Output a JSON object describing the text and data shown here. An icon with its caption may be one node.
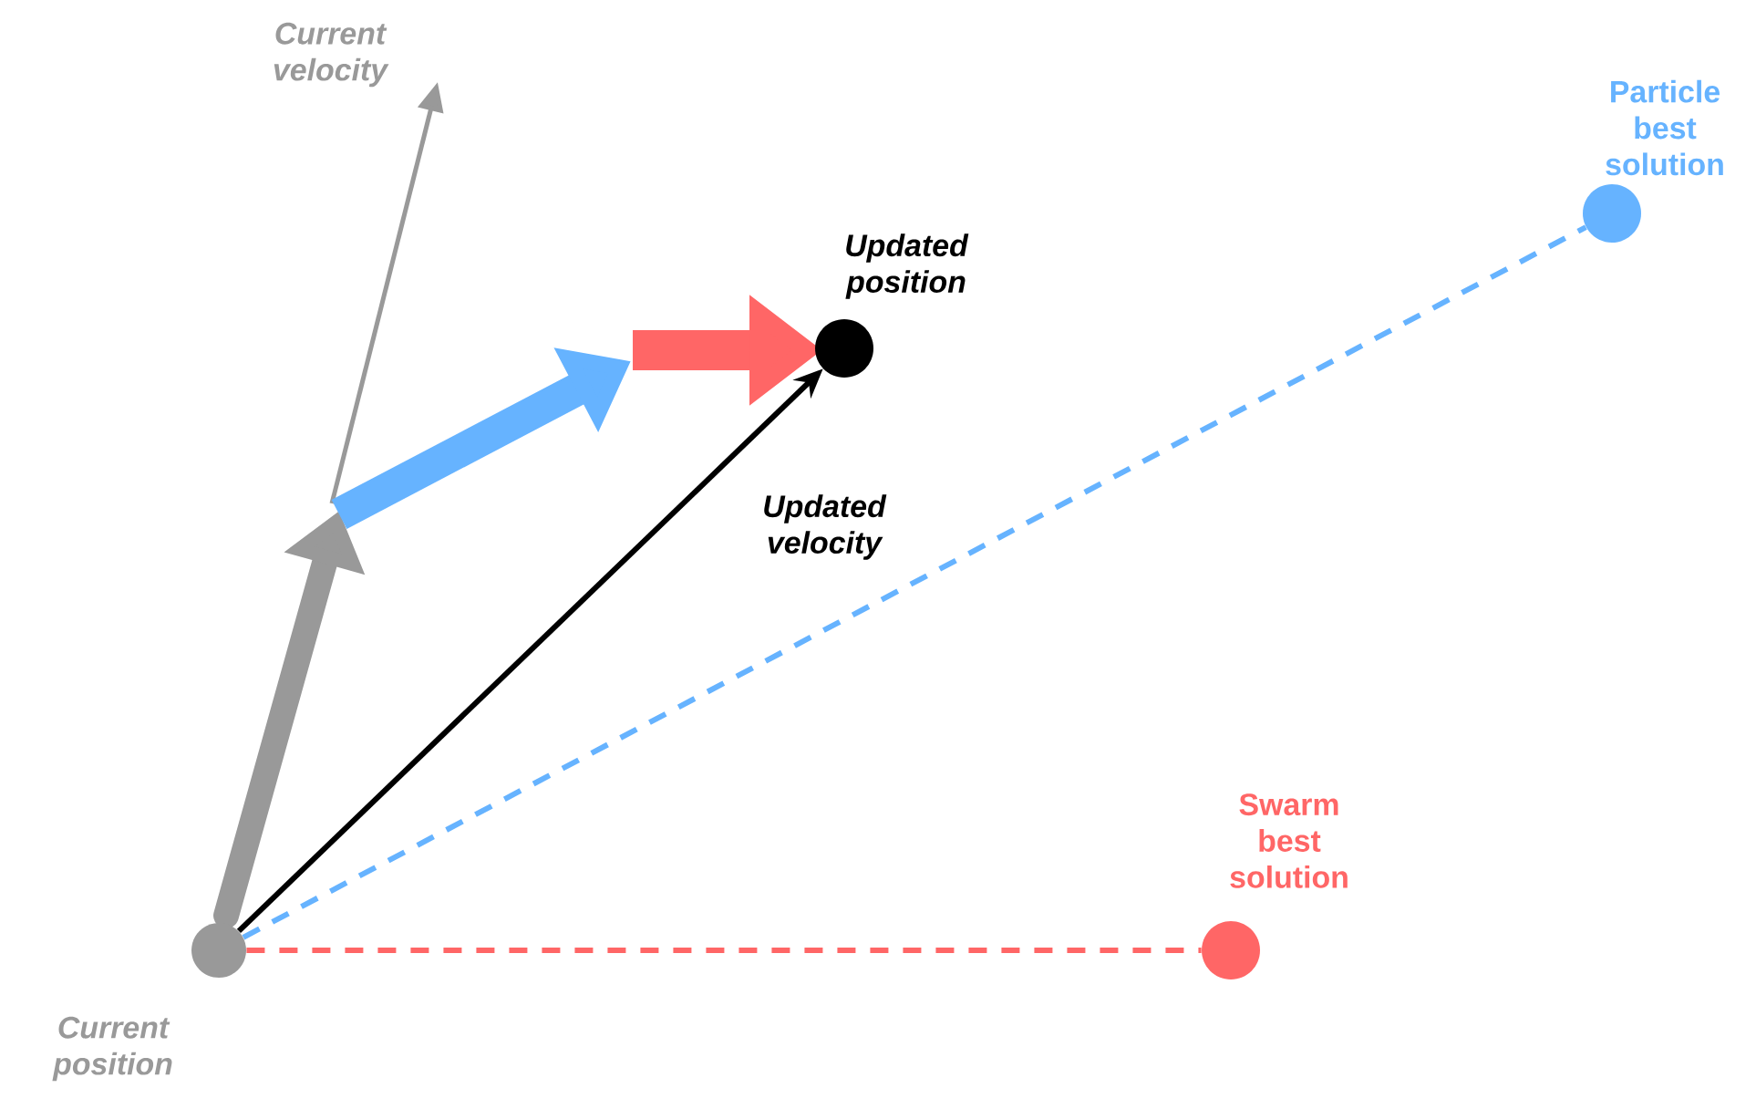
{
  "diagram": {
    "nodes": [
      {
        "text": [],
        "shape": "circle",
        "beside": [
          "Current position"
        ]
      },
      {
        "text": [],
        "shape": "circle",
        "beside": [
          "Updated position"
        ]
      },
      {
        "text": [],
        "shape": "circle",
        "beside": [
          "Particle best solution"
        ]
      },
      {
        "text": [],
        "shape": "circle",
        "beside": [
          "Swarm best solution"
        ]
      }
    ],
    "edges": [
      {
        "from": 0,
        "to": 1,
        "arrow": "to",
        "label": "Updated velocity"
      },
      {
        "from": 0,
        "to": 2,
        "arrow": "none",
        "style": "dashed",
        "color": "#66b3ff"
      },
      {
        "from": 0,
        "to": 3,
        "arrow": "none",
        "style": "dashed",
        "color": "#ff6666"
      }
    ],
    "labels": [
      "Current velocity"
    ]
  }
}
